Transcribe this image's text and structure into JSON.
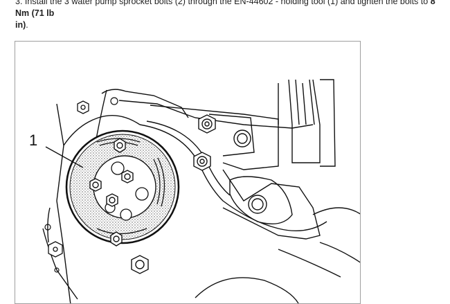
{
  "instruction": {
    "number": "3.",
    "text_before": "Install the 3 water pump sprocket bolts (2) through the EN-44602 - holding tool (1) and tighten the bolts to",
    "torque_value": "8 Nm (71 lb",
    "text_wrap": "in)",
    "trailing": "."
  },
  "figure": {
    "callout_1": "1"
  }
}
